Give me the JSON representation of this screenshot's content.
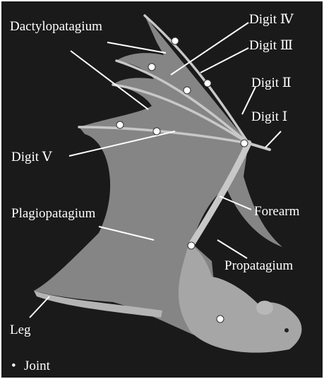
{
  "figure": {
    "background_color": "#1a1a1a",
    "border_color": "#ffffff",
    "membrane_color": "#8e8e8e",
    "bone_color": "#c8c8c8",
    "label_color": "#ffffff",
    "joint_color": "#ffffff"
  },
  "labels": {
    "dactylopatagium": "Dactylopatagium",
    "digit_iv": "Digit Ⅳ",
    "digit_iii": "Digit Ⅲ",
    "digit_ii": "Digit Ⅱ",
    "digit_i": "Digit Ⅰ",
    "digit_v": "Digit Ⅴ",
    "plagiopatagium": "Plagiopatagium",
    "forearm": "Forearm",
    "propatagium": "Propatagium",
    "leg": "Leg"
  },
  "legend": {
    "marker": "•",
    "label": "Joint"
  }
}
